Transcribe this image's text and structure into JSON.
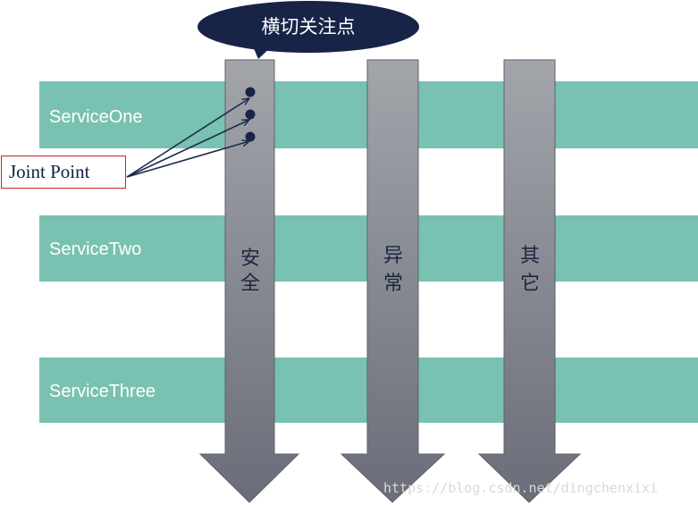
{
  "services": [
    {
      "label": "ServiceOne"
    },
    {
      "label": "ServiceTwo"
    },
    {
      "label": "ServiceThree"
    }
  ],
  "concerns": [
    {
      "label": "安全",
      "chars": [
        "安",
        "全"
      ]
    },
    {
      "label": "异常",
      "chars": [
        "异",
        "常"
      ]
    },
    {
      "label": "其它",
      "chars": [
        "其",
        "它"
      ]
    }
  ],
  "callout": {
    "label": "横切关注点"
  },
  "joint_point": {
    "label": "Joint Point"
  },
  "watermark": {
    "text": "https://blog.csdn.net/dingchenxixi"
  },
  "colors": {
    "service_band": "#79c1b1",
    "arrow_dark": "#6a6d78",
    "arrow_light": "#a3a5ab",
    "callout_fill": "#172447",
    "joint_dot": "#172447",
    "joint_box_border": "#cc2222"
  }
}
